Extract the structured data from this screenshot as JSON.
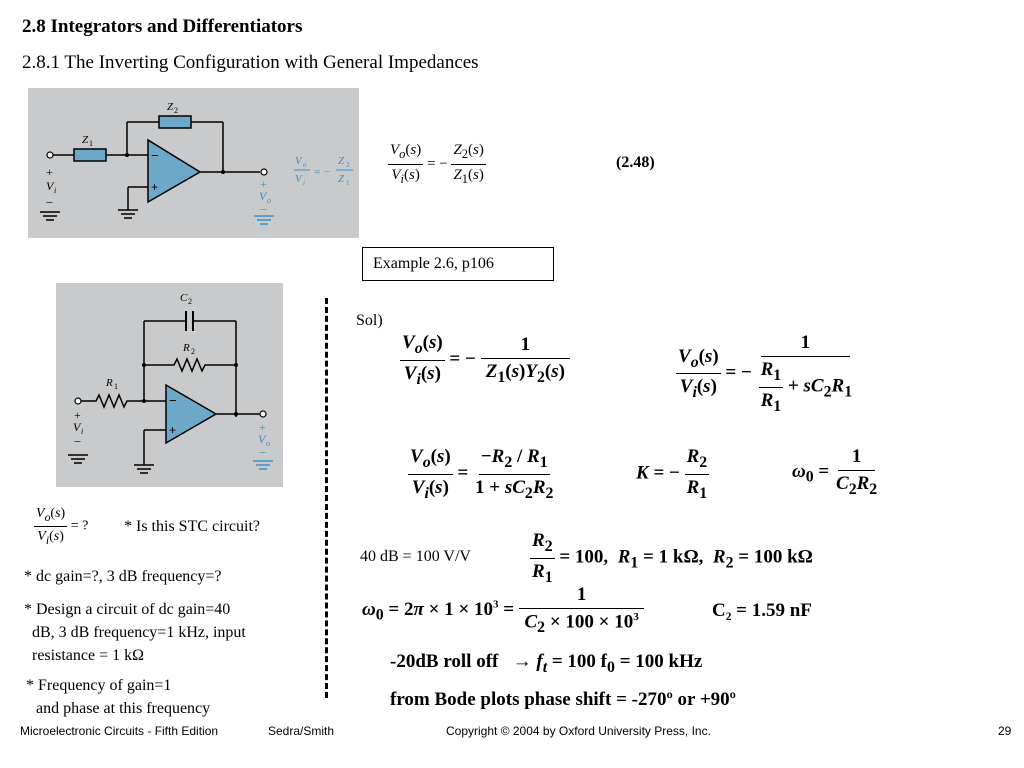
{
  "title": "2.8 Integrators and Differentiators",
  "subtitle": "2.8.1 The Inverting Configuration with General Impedances",
  "equation_number": "(2.48)",
  "example_box": "Example 2.6, p106",
  "sol_label": "Sol)",
  "stc_question": "* Is this STC circuit?",
  "notes": {
    "dc_gain": "* dc gain=?, 3 dB frequency=?",
    "design_1": "* Design a circuit of dc gain=40",
    "design_2": "dB, 3 dB frequency=1 kHz, input",
    "design_3": "resistance = 1 kΩ",
    "freq_1": "* Frequency of gain=1",
    "freq_2": "and phase at this frequency"
  },
  "db_note": "40 dB = 100 V/V",
  "rolloff": "-20dB roll off",
  "rolloff_result": "= 100 f",
  "rolloff_result2": "= 100  kHz",
  "bode": "from Bode plots phase shift = -270º  or +90º",
  "c2_result": "C₂ = 1.59 nF",
  "footer": {
    "book": "Microelectronic Circuits - Fifth Edition",
    "authors": "Sedra/Smith",
    "copyright": "Copyright © 2004 by Oxford University Press, Inc.",
    "page": "29"
  },
  "circuit1": {
    "z2": "Z₂",
    "z1": "Z₁",
    "vi": "V",
    "vi_sub": "i",
    "vo": "V",
    "vo_sub": "o",
    "blue_eq_lhs_num": "Vo",
    "blue_eq_lhs_den": "Vi",
    "blue_eq_rhs_num": "Z₂",
    "blue_eq_rhs_den": "Z₁"
  },
  "circuit2": {
    "c2": "C₂",
    "r2": "R₂",
    "r1": "R₁"
  },
  "colors": {
    "circuit_bg": "#c9cacb",
    "opamp_fill": "#6ea8c9",
    "accent_blue": "#3a8fc7"
  }
}
